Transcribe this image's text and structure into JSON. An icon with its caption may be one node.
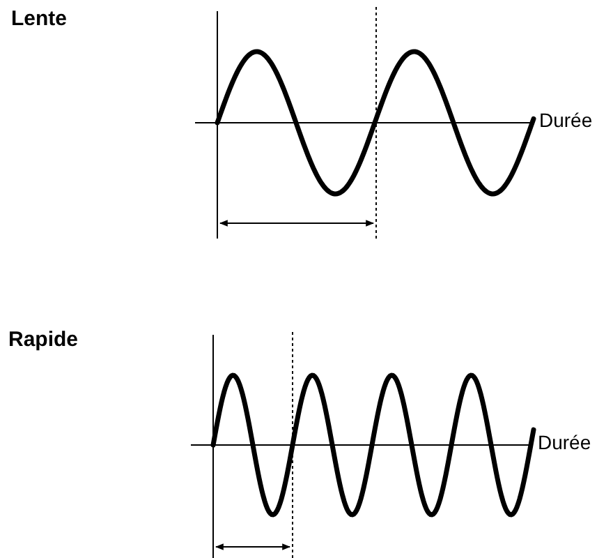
{
  "diagram": {
    "labels": [
      "Lente",
      "Durée",
      "Rapide",
      "Durée"
    ]
  }
}
